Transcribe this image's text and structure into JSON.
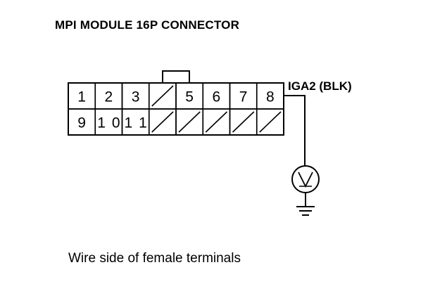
{
  "title": "MPI MODULE 16P CONNECTOR",
  "caption": "Wire side of female terminals",
  "wire_label": "IGA2 (BLK)",
  "meter_symbol": "V",
  "connector": {
    "rows": [
      [
        "1",
        "2",
        "3",
        "",
        "5",
        "6",
        "7",
        "8"
      ],
      [
        "9",
        "10",
        "11",
        "",
        "",
        "",
        "",
        ""
      ]
    ],
    "probed_terminal": "8"
  },
  "ground_icon": "ground-symbol-icon",
  "meter_icon": "voltmeter-icon"
}
